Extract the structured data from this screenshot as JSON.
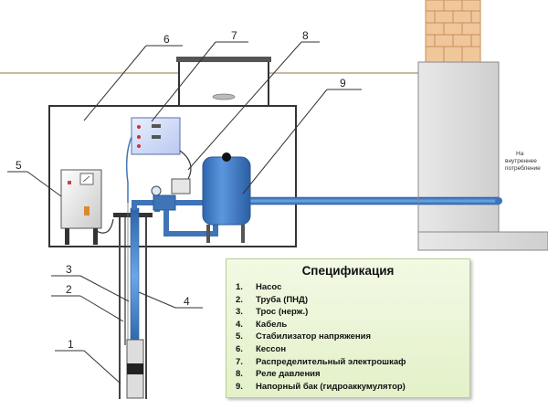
{
  "callouts": [
    "1",
    "2",
    "3",
    "4",
    "5",
    "6",
    "7",
    "8",
    "9"
  ],
  "outlet_label": {
    "line1": "На",
    "line2": "внутреннее",
    "line3": "потребление"
  },
  "spec": {
    "title": "Спецификация",
    "items": [
      {
        "num": "1.",
        "text": "Насос"
      },
      {
        "num": "2.",
        "text": "Труба (ПНД)"
      },
      {
        "num": "3.",
        "text": "Трос (нерж.)"
      },
      {
        "num": "4.",
        "text": "Кабель"
      },
      {
        "num": "5.",
        "text": "Стабилизатор напряжения"
      },
      {
        "num": "6.",
        "text": "Кессон"
      },
      {
        "num": "7.",
        "text": "Распределительный электрошкаф"
      },
      {
        "num": "8.",
        "text": "Реле давления"
      },
      {
        "num": "9.",
        "text": "Напорный бак (гидроаккумулятор)"
      }
    ]
  },
  "colors": {
    "ground_line": "#b3a77f",
    "caisson": "#ffffff",
    "pipe": "#3f74b7",
    "tank": "#3c79c6",
    "brick": "#f0c79a",
    "spec_bg": "#e7f3d2"
  }
}
